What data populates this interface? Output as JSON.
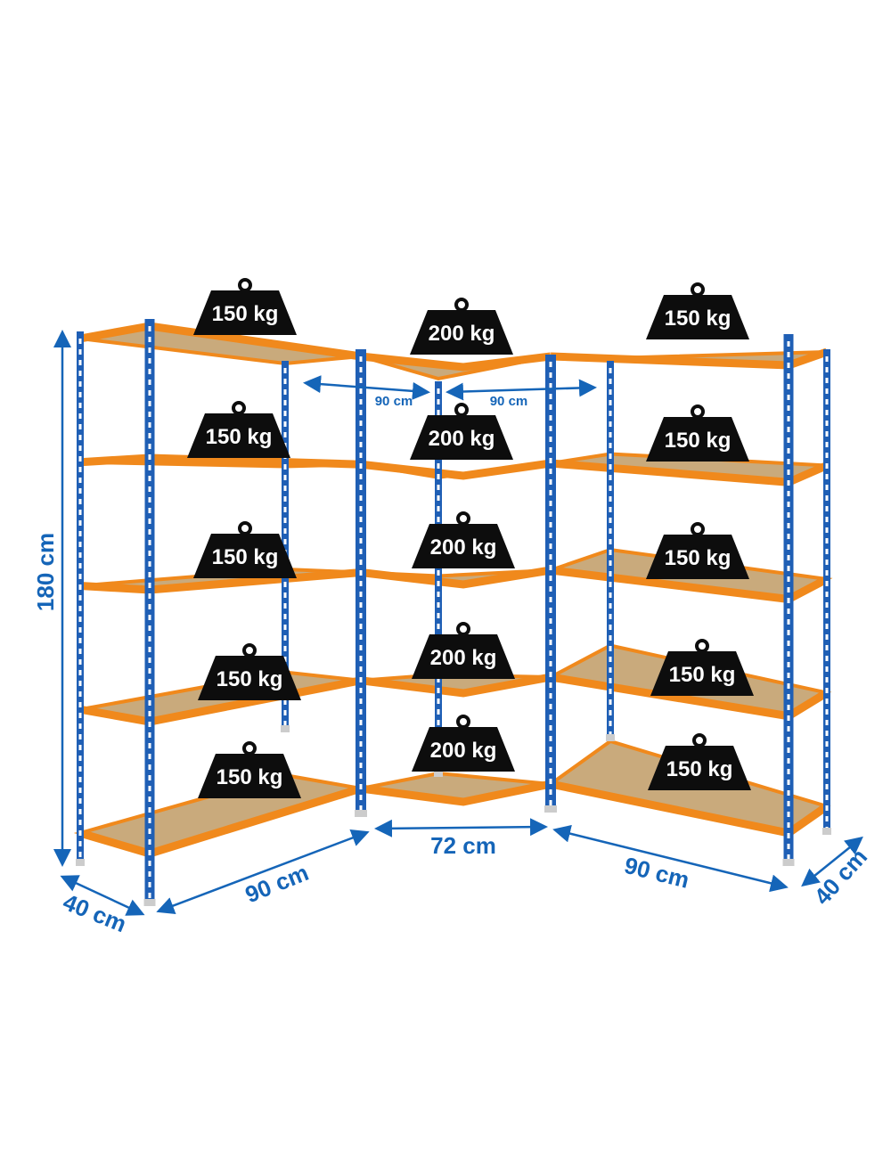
{
  "product": {
    "colors": {
      "post": "#1f5fb5",
      "beam": "#f0891c",
      "board": "#c9aa7c",
      "weight": "#0d0d0d",
      "dimension": "#1565b8"
    },
    "columns": [
      {
        "label": "left-unit",
        "loads": [
          "150 kg",
          "150 kg",
          "150 kg",
          "150 kg",
          "150 kg"
        ]
      },
      {
        "label": "corner-unit",
        "loads": [
          "200 kg",
          "200 kg",
          "200 kg",
          "200 kg",
          "200 kg"
        ]
      },
      {
        "label": "right-unit",
        "loads": [
          "150 kg",
          "150 kg",
          "150 kg",
          "150 kg",
          "150 kg"
        ]
      }
    ],
    "dimensions": {
      "height": "180 cm",
      "left_depth": "40 cm",
      "left_length": "90 cm",
      "corner_width": "72 cm",
      "right_length": "90 cm",
      "right_depth": "40 cm",
      "corner_left_inner": "90 cm",
      "corner_right_inner": "90 cm"
    }
  }
}
